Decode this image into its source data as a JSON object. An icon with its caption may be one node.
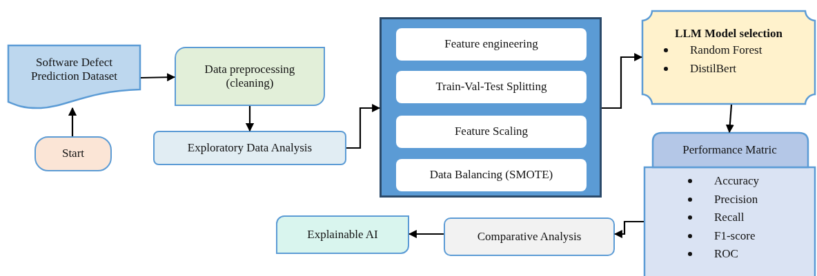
{
  "diagram": {
    "nodes": [
      {
        "text": [
          "Software Defect Prediction Dataset"
        ]
      },
      {
        "text": [
          "Start"
        ]
      },
      {
        "text": [
          "Data preprocessing (cleaning)"
        ]
      },
      {
        "text": [
          "Exploratory Data Analysis"
        ]
      },
      {
        "text": [],
        "shape": "box"
      },
      {
        "text": [
          "Feature engineering"
        ],
        "in": 4
      },
      {
        "text": [
          "Train-Val-Test Splitting"
        ],
        "in": 4
      },
      {
        "text": [
          "Feature Scaling"
        ],
        "in": 4
      },
      {
        "text": [
          "Data Balancing (SMOTE)"
        ],
        "in": 4
      },
      {
        "text": [
          "LLM Model selection",
          "Random Forest",
          "DistilBert"
        ]
      },
      {
        "text": [
          "Performance Matric",
          "Accuracy",
          "Precision",
          "Recall",
          "F1-score",
          "ROC"
        ]
      },
      {
        "text": [
          "Comparative Analysis"
        ]
      },
      {
        "text": [
          "Explainable AI"
        ]
      }
    ],
    "edges": [
      {
        "from": 1,
        "to": 0,
        "arrow": "to"
      },
      {
        "from": 0,
        "to": 2,
        "arrow": "to"
      },
      {
        "from": 2,
        "to": 3,
        "arrow": "to"
      },
      {
        "from": 3,
        "to": 4,
        "arrow": "to"
      },
      {
        "from": 4,
        "to": 9,
        "arrow": "to"
      },
      {
        "from": 9,
        "to": 10,
        "arrow": "to"
      },
      {
        "from": 10,
        "to": 11,
        "arrow": "to"
      },
      {
        "from": 11,
        "to": 12,
        "arrow": "to"
      }
    ]
  }
}
